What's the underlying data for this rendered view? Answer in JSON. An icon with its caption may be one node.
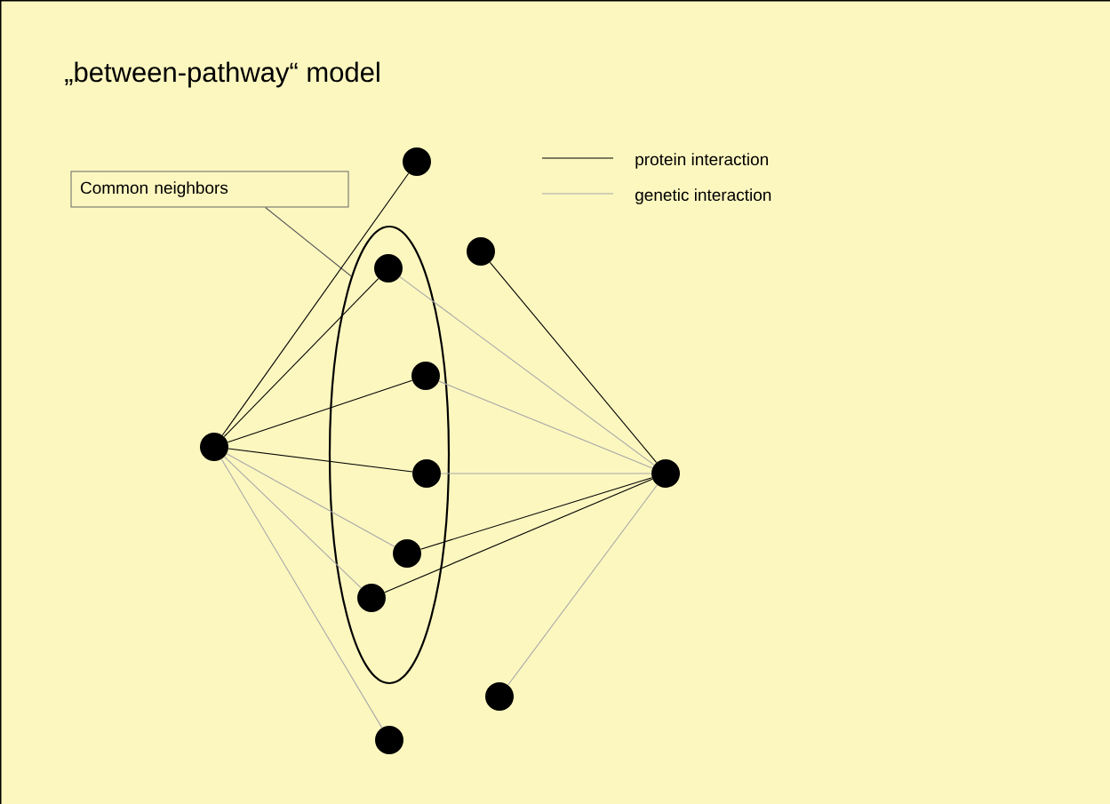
{
  "diagram": {
    "title": "„between-pathway“ model",
    "nodes": [
      {
        "text": [
          "Common neighbors"
        ]
      },
      {
        "text": [],
        "shape": "ellipse"
      },
      {
        "text": [],
        "shape": "circle"
      },
      {
        "text": [],
        "shape": "circle",
        "in": 1
      },
      {
        "text": [],
        "shape": "circle"
      },
      {
        "text": [],
        "shape": "circle",
        "in": 1
      },
      {
        "text": [],
        "shape": "circle"
      },
      {
        "text": [],
        "shape": "circle",
        "in": 1
      },
      {
        "text": [],
        "shape": "circle"
      },
      {
        "text": [],
        "shape": "circle",
        "in": 1
      },
      {
        "text": [],
        "shape": "circle",
        "in": 1
      },
      {
        "text": [],
        "shape": "circle"
      },
      {
        "text": [],
        "shape": "circle"
      }
    ],
    "edges": [
      {
        "from": 0,
        "to": 1,
        "arrow": "none"
      },
      {
        "from": 6,
        "to": 2,
        "arrow": "none",
        "color": "#000000"
      },
      {
        "from": 6,
        "to": 3,
        "arrow": "none",
        "color": "#000000"
      },
      {
        "from": 6,
        "to": 5,
        "arrow": "none",
        "color": "#000000"
      },
      {
        "from": 6,
        "to": 7,
        "arrow": "none",
        "color": "#000000"
      },
      {
        "from": 6,
        "to": 9,
        "arrow": "none",
        "color": "#a8a8a8"
      },
      {
        "from": 6,
        "to": 10,
        "arrow": "none",
        "color": "#a8a8a8"
      },
      {
        "from": 6,
        "to": 12,
        "arrow": "none",
        "color": "#a8a8a8"
      },
      {
        "from": 8,
        "to": 4,
        "arrow": "none",
        "color": "#000000"
      },
      {
        "from": 8,
        "to": 3,
        "arrow": "none",
        "color": "#a8a8a8"
      },
      {
        "from": 8,
        "to": 5,
        "arrow": "none",
        "color": "#a8a8a8"
      },
      {
        "from": 8,
        "to": 7,
        "arrow": "none",
        "color": "#a8a8a8"
      },
      {
        "from": 8,
        "to": 9,
        "arrow": "none",
        "color": "#000000"
      },
      {
        "from": 8,
        "to": 10,
        "arrow": "none",
        "color": "#000000"
      },
      {
        "from": 8,
        "to": 11,
        "arrow": "none",
        "color": "#a8a8a8"
      }
    ],
    "legend": [
      {
        "text": "protein interaction"
      },
      {
        "text": "genetic interaction"
      }
    ]
  }
}
